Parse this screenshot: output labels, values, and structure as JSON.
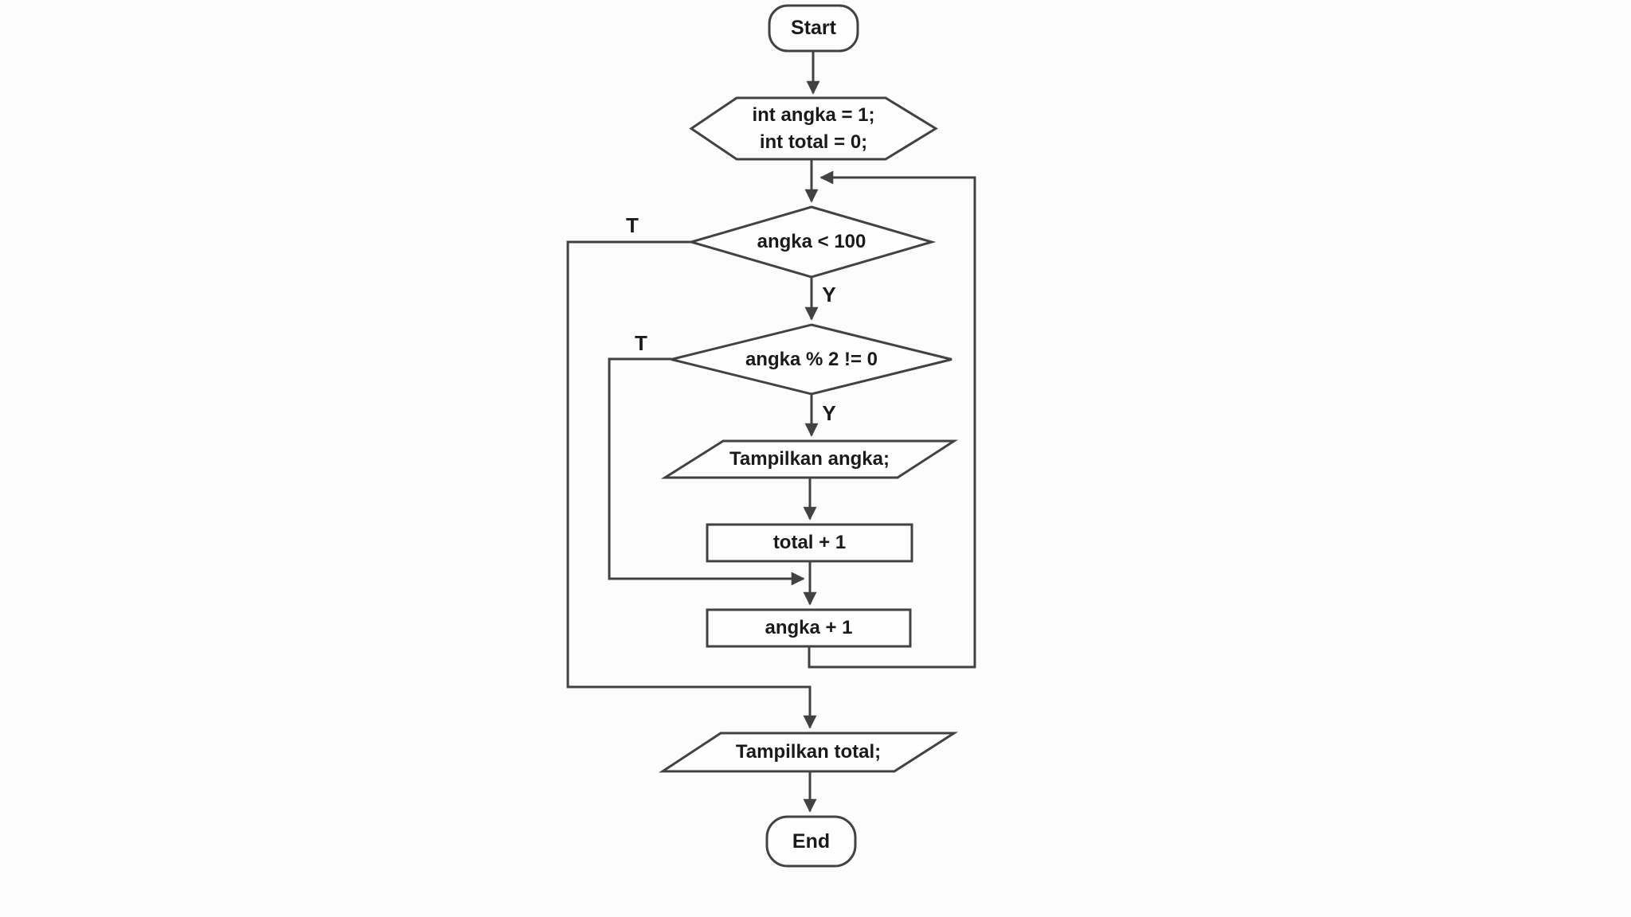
{
  "diagram": {
    "type": "flowchart",
    "colors": {
      "background": "#fcfcfc",
      "node_fill": "#fefefe",
      "stroke": "#424242",
      "text": "#1a1a1a"
    },
    "nodes": {
      "start": {
        "type": "terminator",
        "label": "Start"
      },
      "init": {
        "type": "preparation",
        "lines": [
          "int angka = 1;",
          "int total = 0;"
        ]
      },
      "cond_angka": {
        "type": "decision",
        "label": "angka < 100"
      },
      "cond_odd": {
        "type": "decision",
        "label": "angka % 2 != 0"
      },
      "print_angka": {
        "type": "input_output",
        "label": "Tampilkan angka;"
      },
      "inc_total": {
        "type": "process",
        "label": "total + 1"
      },
      "inc_angka": {
        "type": "process",
        "label": "angka + 1"
      },
      "print_total": {
        "type": "input_output",
        "label": "Tampilkan total;"
      },
      "end": {
        "type": "terminator",
        "label": "End"
      }
    },
    "edge_labels": {
      "cond_angka_true": "T",
      "cond_angka_yes": "Y",
      "cond_odd_true": "T",
      "cond_odd_yes": "Y"
    },
    "edges": [
      {
        "from": "start",
        "to": "init",
        "label": ""
      },
      {
        "from": "init",
        "to": "cond_angka",
        "label": ""
      },
      {
        "from": "cond_angka",
        "to": "cond_odd",
        "label": "Y"
      },
      {
        "from": "cond_angka",
        "to": "print_total",
        "label": "T"
      },
      {
        "from": "cond_odd",
        "to": "print_angka",
        "label": "Y"
      },
      {
        "from": "cond_odd",
        "to": "inc_angka",
        "label": "T"
      },
      {
        "from": "print_angka",
        "to": "inc_total",
        "label": ""
      },
      {
        "from": "inc_total",
        "to": "inc_angka",
        "label": ""
      },
      {
        "from": "inc_angka",
        "to": "cond_angka",
        "label": ""
      },
      {
        "from": "print_total",
        "to": "end",
        "label": ""
      }
    ]
  }
}
